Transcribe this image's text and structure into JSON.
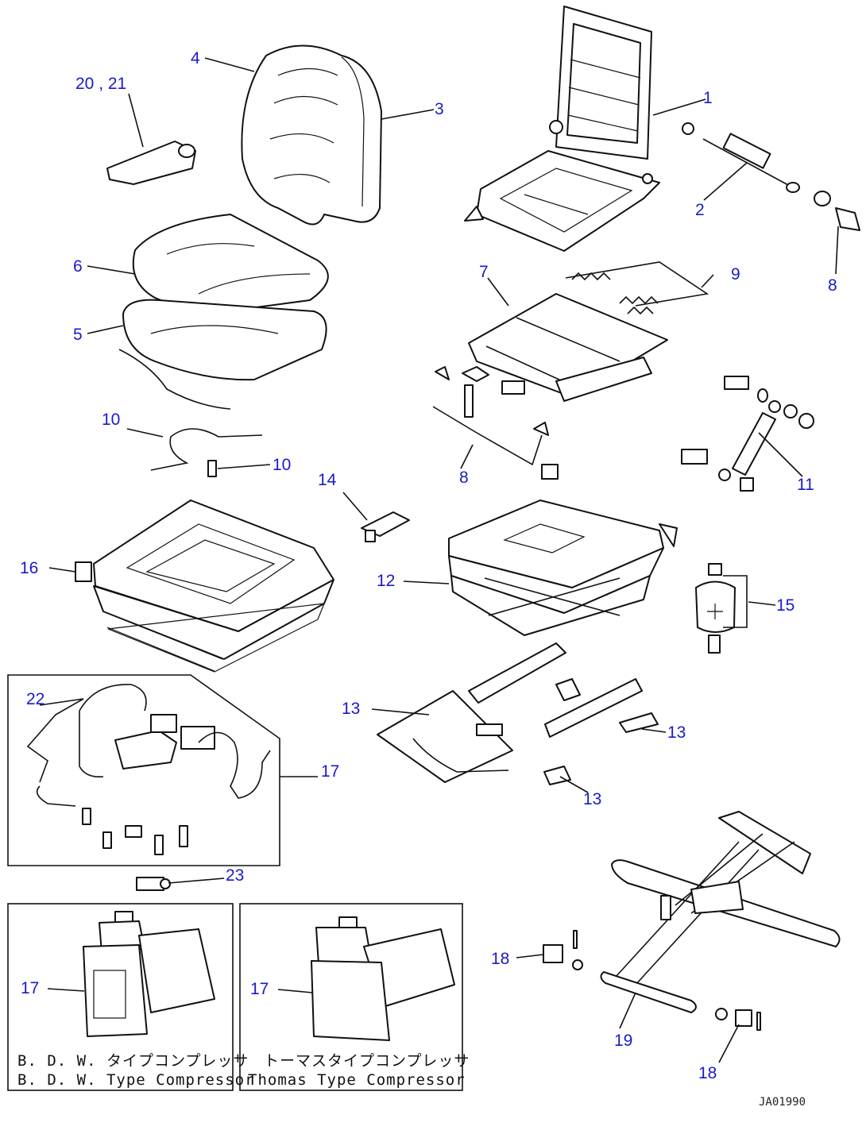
{
  "callouts": {
    "c1": "1",
    "c2": "2",
    "c3": "3",
    "c4": "4",
    "c2021": "20 , 21",
    "c5": "5",
    "c6": "6",
    "c7": "7",
    "c8a": "8",
    "c8b": "8",
    "c9": "9",
    "c10a": "10",
    "c10b": "10",
    "c11": "11",
    "c12": "12",
    "c13a": "13",
    "c13b": "13",
    "c13c": "13",
    "c14": "14",
    "c15": "15",
    "c16": "16",
    "c17a": "17",
    "c17b": "17",
    "c17c": "17",
    "c18a": "18",
    "c18b": "18",
    "c19": "19",
    "c22": "22",
    "c23": "23"
  },
  "captions": {
    "bdw_jp": "B. D. W. タイプコンプレッサ",
    "bdw_en": "B. D. W. Type Compressor",
    "thomas_jp": "トーマスタイプコンプレッサ",
    "thomas_en": "Thomas Type Compressor"
  },
  "drawing_code": "JA01990"
}
